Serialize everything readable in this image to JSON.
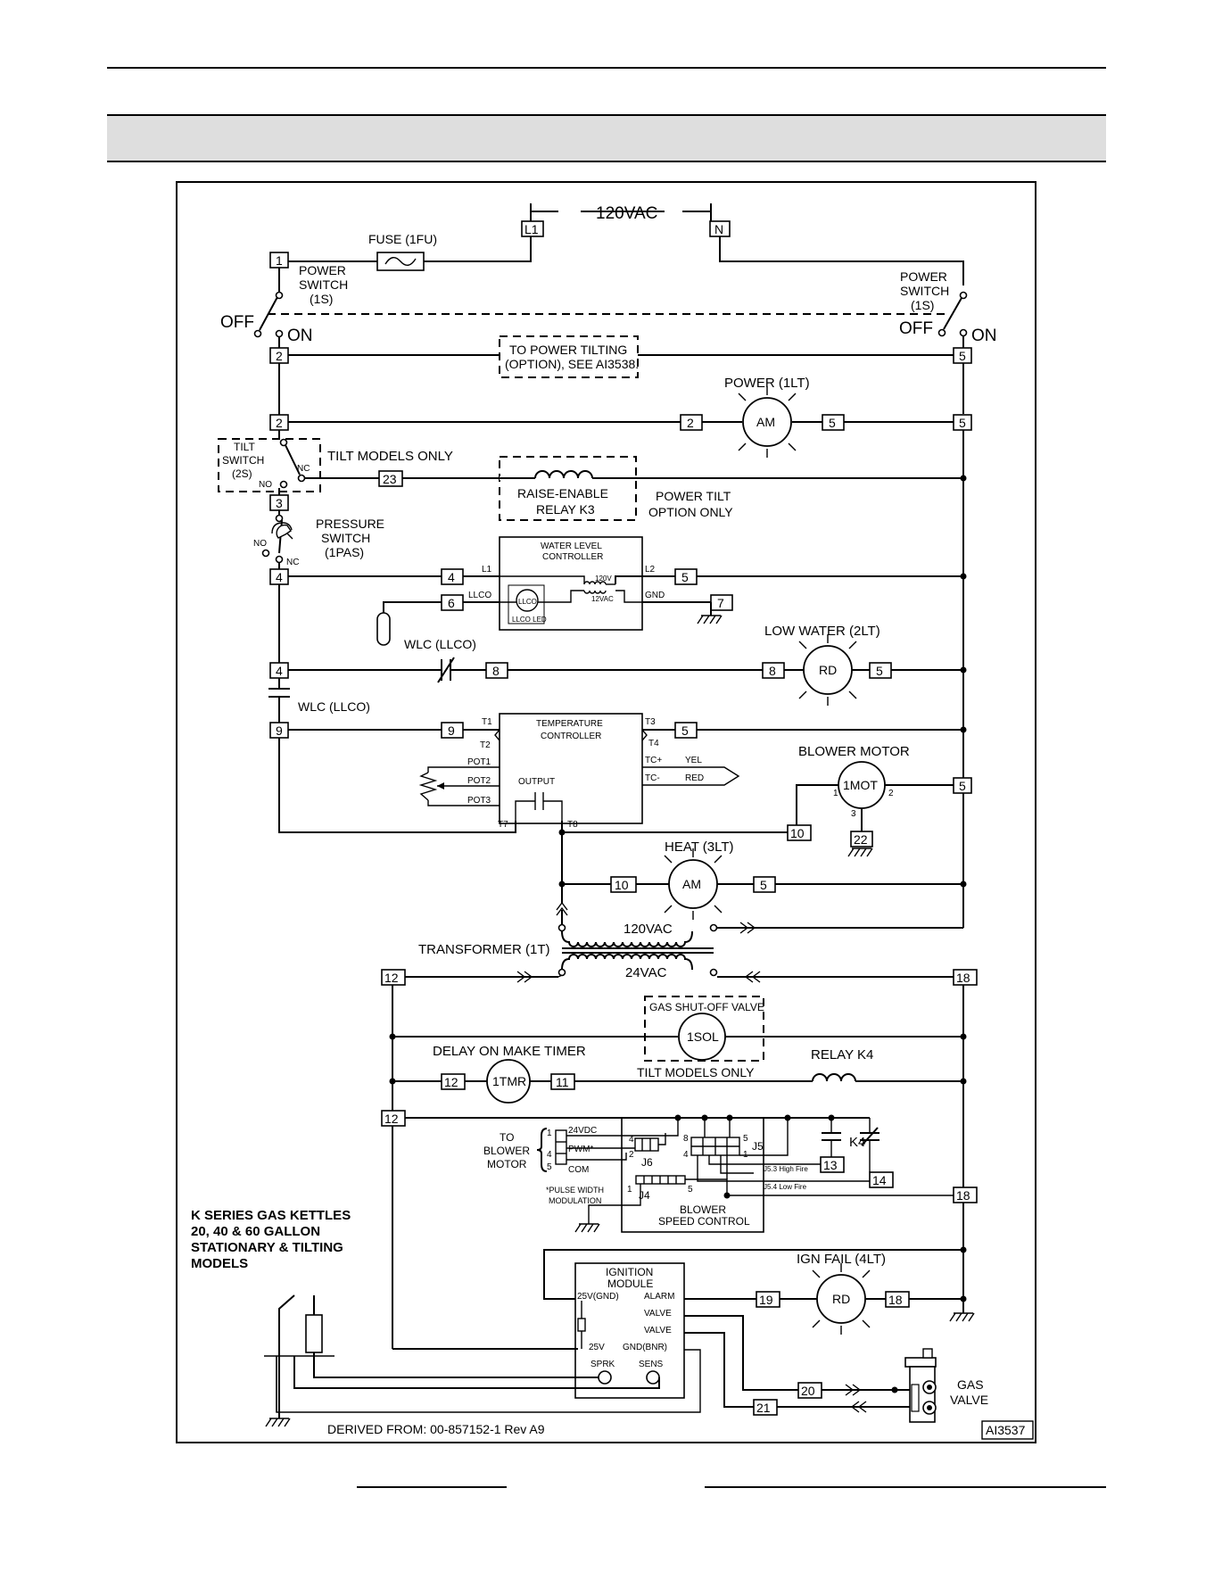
{
  "diagram": {
    "supply": "120VAC",
    "line_terminal": "L1",
    "neutral_terminal": "N",
    "fuse": "FUSE (1FU)",
    "power_switch_left": [
      "POWER",
      "SWITCH",
      "(1S)"
    ],
    "power_switch_right": [
      "POWER",
      "SWITCH",
      "(1S)"
    ],
    "off": "OFF",
    "on": "ON",
    "to_power_tilting": [
      "TO  POWER TILTING",
      "(OPTION), SEE AI3538."
    ],
    "power_light": "POWER (1LT)",
    "am": "AM",
    "rd": "RD",
    "tilt_switch": [
      "TILT",
      "SWITCH",
      "(2S)"
    ],
    "no": "NO",
    "nc": "NC",
    "tilt_models_only": "TILT MODELS ONLY",
    "raise_relay": [
      "RAISE-ENABLE",
      "RELAY K3"
    ],
    "power_tilt_option": [
      "POWER TILT",
      "OPTION ONLY"
    ],
    "pressure_switch": [
      "PRESSURE",
      "SWITCH",
      "(1PAS)"
    ],
    "water_level_controller": [
      "WATER LEVEL",
      "CONTROLLER"
    ],
    "l1": "L1",
    "l2": "L2",
    "llco": "LLCO",
    "gnd": "GND",
    "v120": "120V",
    "v12": "12VAC",
    "llco_led": "LLCO LED",
    "wlc": "WLC (LLCO)",
    "low_water": "LOW WATER (2LT)",
    "temperature_controller": [
      "TEMPERATURE",
      "CONTROLLER"
    ],
    "t1": "T1",
    "t2": "T2",
    "t3": "T3",
    "t4": "T4",
    "t7": "T7",
    "t8": "T8",
    "pot1": "POT1",
    "pot2": "POT2",
    "pot3": "POT3",
    "output": "OUTPUT",
    "tc_plus": "TC+",
    "tc_minus": "TC-",
    "yel": "YEL",
    "red": "RED",
    "blower_motor": "BLOWER MOTOR",
    "mot": "1MOT",
    "heat_light": "HEAT (3LT)",
    "transformer": "TRANSFORMER (1T)",
    "v24": "24VAC",
    "gas_shutoff": "GAS SHUT-OFF VALVE",
    "sol": "1SOL",
    "delay_timer": "DELAY ON MAKE TIMER",
    "tmr": "1TMR",
    "relay_k4": "RELAY K4",
    "k4": "K4",
    "to_blower_motor": [
      "TO",
      "BLOWER",
      "MOTOR"
    ],
    "v24dc": "24VDC",
    "pwm": "PWM*",
    "com": "COM",
    "pwm_note": [
      "*PULSE WIDTH",
      "MODULATION"
    ],
    "j4": "J4",
    "j5": "J5",
    "j6": "J6",
    "j53": "J5.3 High Fire",
    "j54": "J5.4 Low Fire",
    "blower_speed": [
      "BLOWER",
      "SPEED CONTROL"
    ],
    "model_title": [
      "K SERIES GAS KETTLES",
      "20, 40 & 60 GALLON",
      "STATIONARY & TILTING",
      "MODELS"
    ],
    "ignition_module": [
      "IGNITION",
      "MODULE"
    ],
    "v25gnd": "25V(GND)",
    "alarm": "ALARM",
    "valve": "VALVE",
    "v25": "25V",
    "gnd_bnr": "GND(BNR)",
    "sprk": "SPRK",
    "sens": "SENS",
    "ign_fail": "IGN FAIL (4LT)",
    "gas_valve": [
      "GAS",
      "VALVE"
    ],
    "derived": "DERIVED FROM: 00-857152-1 Rev A9",
    "drawing_no": "AI3537"
  }
}
